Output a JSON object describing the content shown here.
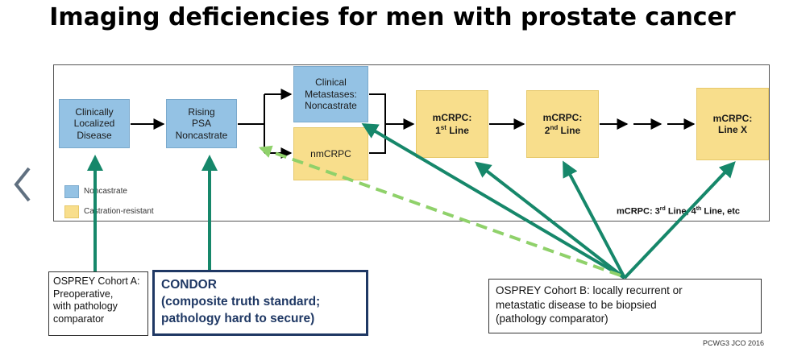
{
  "title": "Imaging deficiencies for men with prostate cancer",
  "stages": {
    "clinically_localized": "Clinically\nLocalized\nDisease",
    "rising_psa": "Rising\nPSA\nNoncastrate",
    "clinical_metastases": "Clinical\nMetastases:\nNoncastrate",
    "nmcrpc": "nmCRPC",
    "mcrpc_1st": {
      "prefix": "mCRPC:",
      "ord": "1",
      "sup": "st",
      "suffix": " Line"
    },
    "mcrpc_2nd": {
      "prefix": "mCRPC:",
      "ord": "2",
      "sup": "nd",
      "suffix": " Line"
    },
    "mcrpc_x": "mCRPC:\nLine X"
  },
  "legend": {
    "noncastrate": "Noncastrate",
    "castration_resistant": "Castration-resistant"
  },
  "footnote": {
    "a": "mCRPC: 3",
    "a_sup": "rd",
    "b": " Line, 4",
    "b_sup": "th",
    "c": " Line, etc"
  },
  "osprey_a": "OSPREY Cohort A:\nPreoperative,\nwith pathology\ncomparator",
  "condor": "CONDOR\n(composite truth standard;\npathology hard to secure)",
  "osprey_b": "OSPREY Cohort B: locally recurrent or\nmetastatic disease to be biopsied\n(pathology comparator)",
  "source": "PCWG3 JCO 2016",
  "colors": {
    "noncastrate": "#94c2e4",
    "castration_resistant": "#f8de8c",
    "arrow_green": "#16876a",
    "dash_green": "#8fd16a",
    "condor_border": "#1f3864"
  },
  "icons": {
    "back": "chevron-left-icon"
  }
}
